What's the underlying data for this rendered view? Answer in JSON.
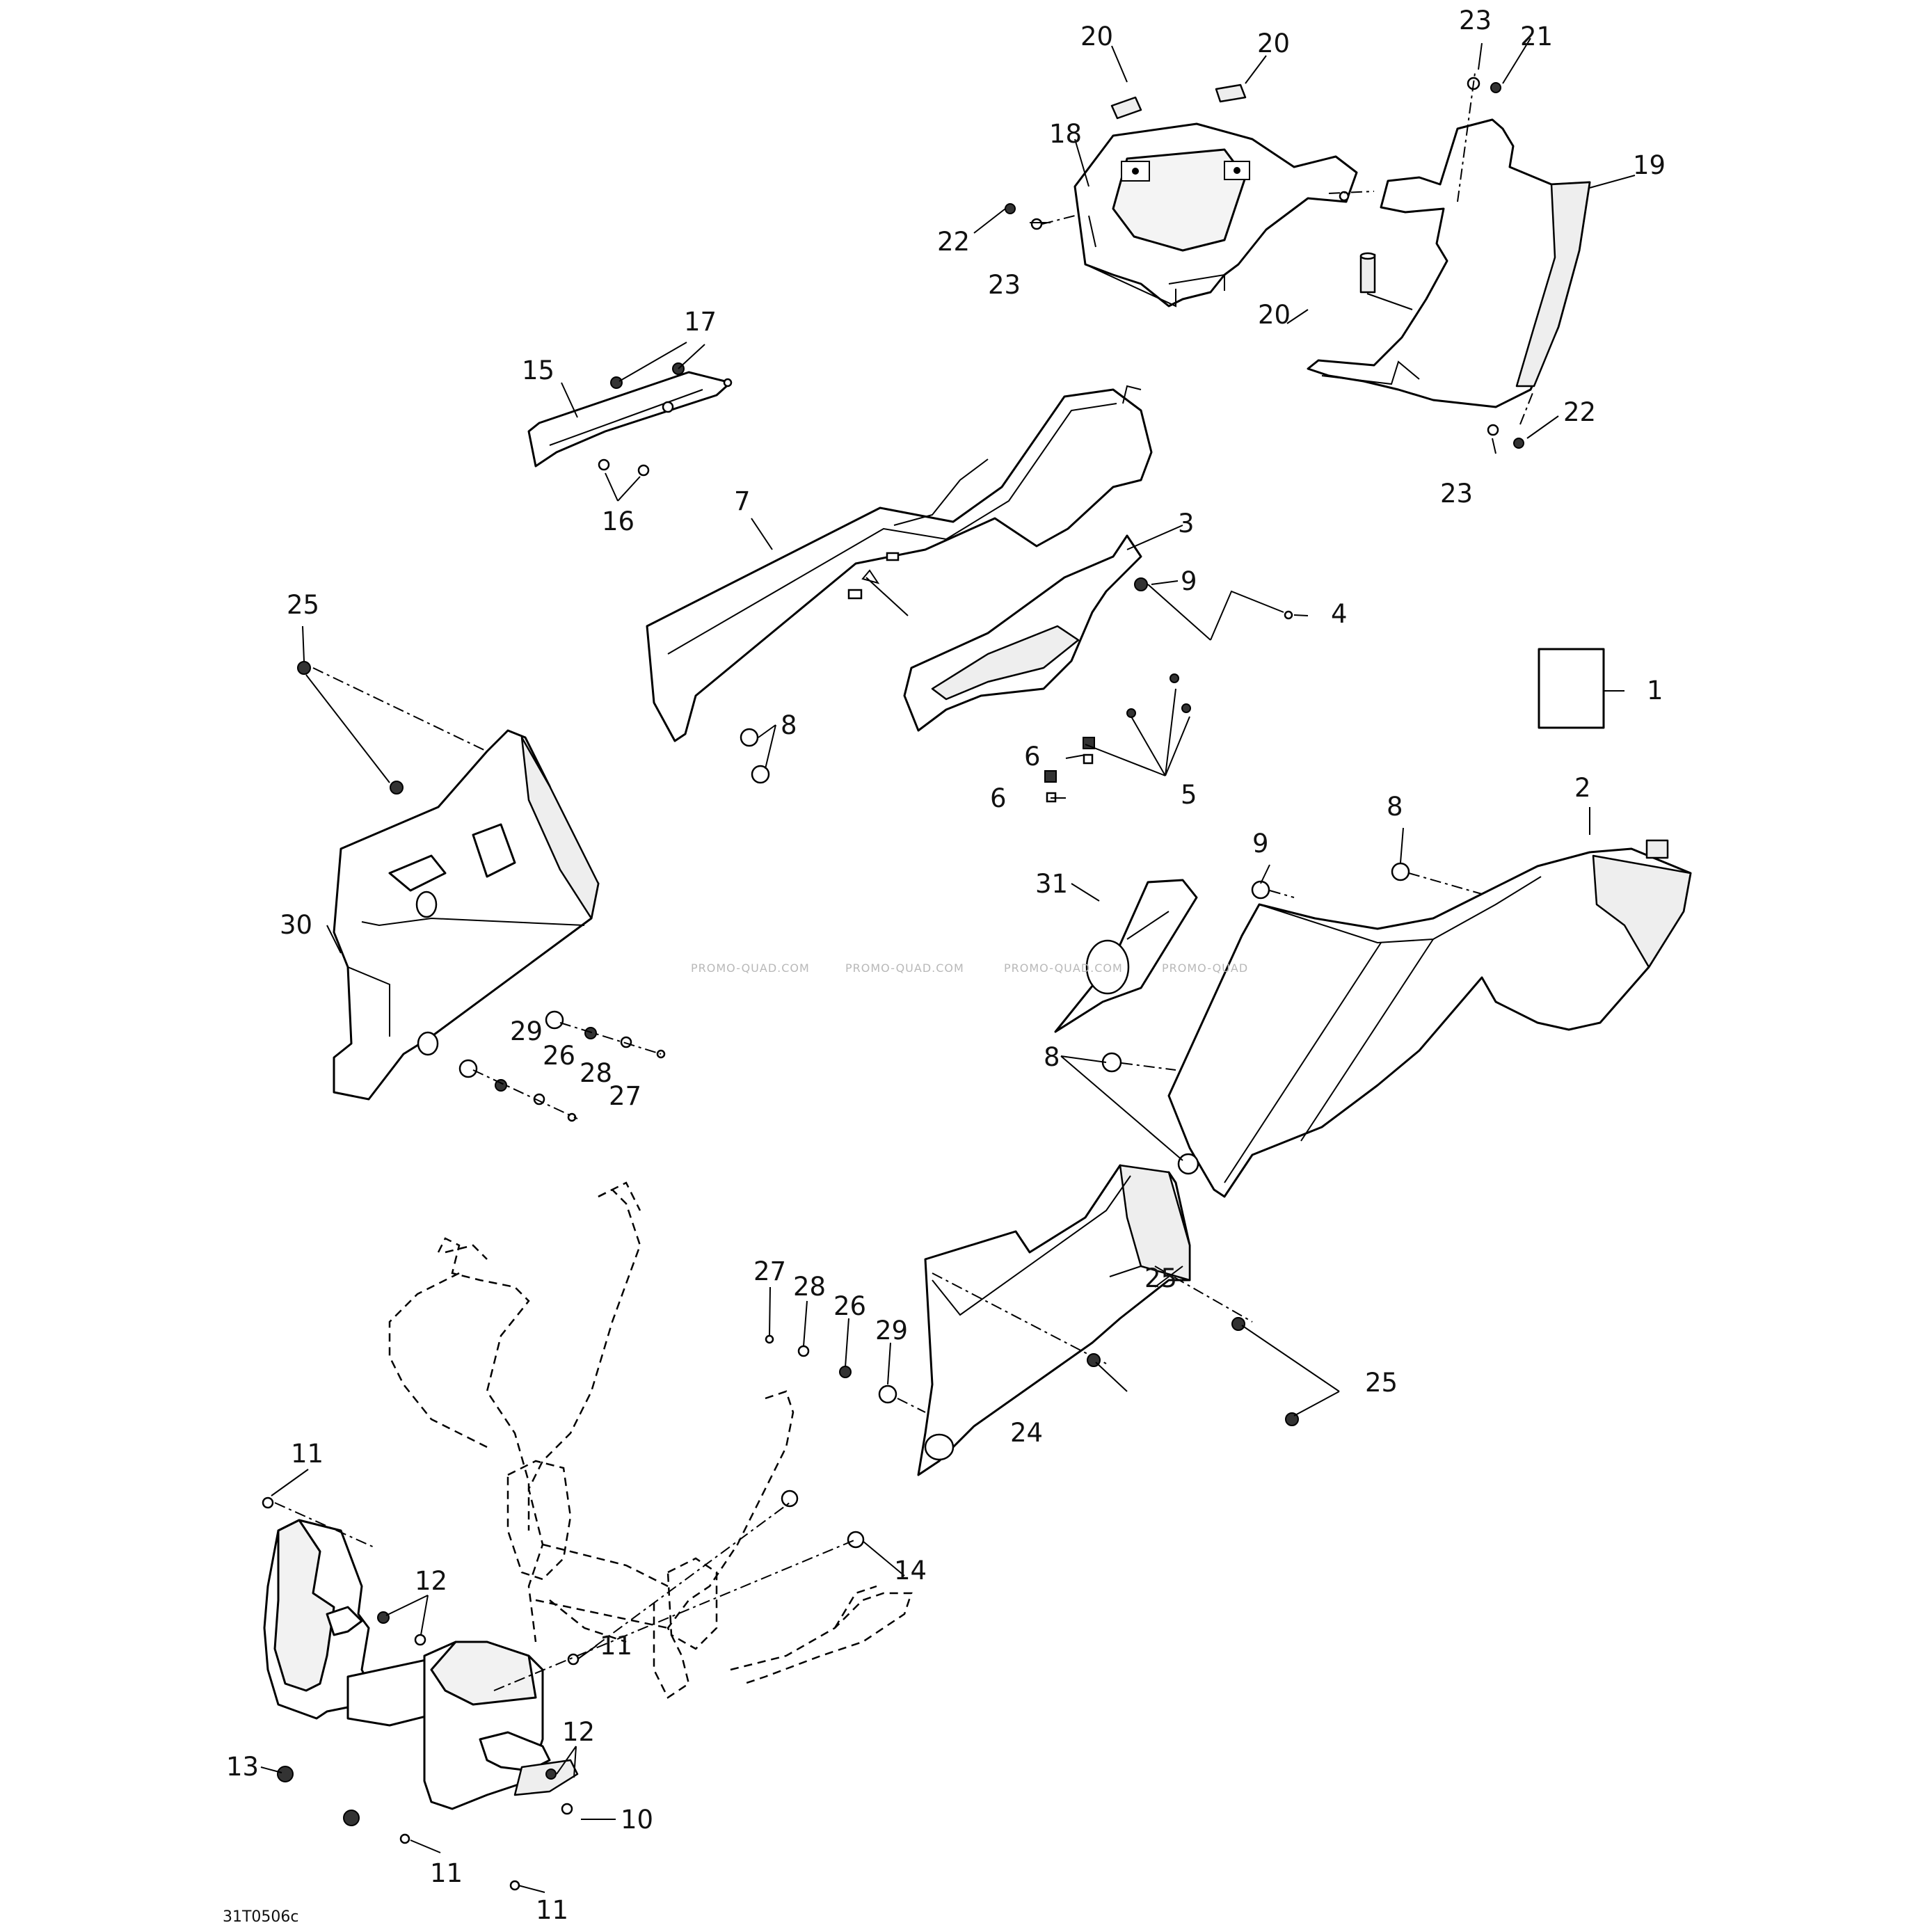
{
  "callouts": {
    "c1": "1",
    "c2": "2",
    "c3": "3",
    "c4": "4",
    "c5": "5",
    "c6a": "6",
    "c6b": "6",
    "c7": "7",
    "c8a": "8",
    "c8b": "8",
    "c8c": "8",
    "c9a": "9",
    "c9b": "9",
    "c10": "10",
    "c11a": "11",
    "c11b": "11",
    "c11c": "11",
    "c11d": "11",
    "c12a": "12",
    "c12b": "12",
    "c13": "13",
    "c14": "14",
    "c15": "15",
    "c16": "16",
    "c17": "17",
    "c18": "18",
    "c19": "19",
    "c20a": "20",
    "c20b": "20",
    "c20c": "20",
    "c21": "21",
    "c22a": "22",
    "c22b": "22",
    "c23a": "23",
    "c23b": "23",
    "c23c": "23",
    "c24": "24",
    "c25a": "25",
    "c25b": "25",
    "c25c": "25",
    "c26a": "26",
    "c26b": "26",
    "c27a": "27",
    "c27b": "27",
    "c28a": "28",
    "c28b": "28",
    "c29a": "29",
    "c29b": "29",
    "c30": "30",
    "c31": "31"
  },
  "watermark": [
    "PROMO-QUAD.COM",
    "PROMO-QUAD.COM",
    "PROMO-QUAD.COM",
    "PROMO-QUAD"
  ],
  "drawing_code": "31T0506c"
}
